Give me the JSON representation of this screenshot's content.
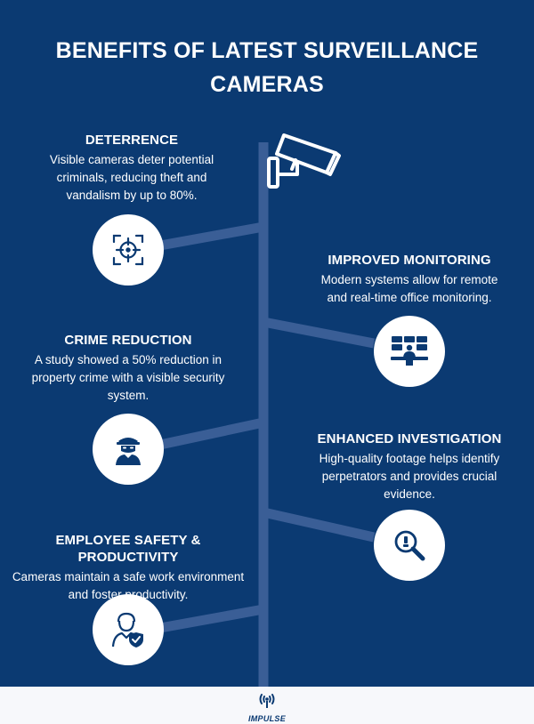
{
  "title": {
    "line1": "BENEFITS OF LATEST SURVEILLANCE",
    "line2": "CAMERAS"
  },
  "benefits": [
    {
      "heading": "DETERRENCE",
      "text": "Visible cameras deter potential criminals, reducing theft and vandalism by up to 80%.",
      "icon": "crosshair-target-icon"
    },
    {
      "heading": "IMPROVED MONITORING",
      "text": "Modern systems allow for remote and real-time office monitoring.",
      "icon": "monitoring-station-icon"
    },
    {
      "heading": "CRIME REDUCTION",
      "text": "A study showed a 50% reduction in property crime with a visible security system.",
      "icon": "burglar-icon"
    },
    {
      "heading": "ENHANCED INVESTIGATION",
      "text": "High-quality footage helps identify perpetrators and provides crucial evidence.",
      "icon": "magnifier-evidence-icon"
    },
    {
      "heading": "EMPLOYEE SAFETY & PRODUCTIVITY",
      "text": "Cameras maintain a safe work environment and foster productivity.",
      "icon": "employee-shield-icon"
    }
  ],
  "footer": {
    "brand": "IMPULSE",
    "brand_icon": "antenna-signal-icon"
  },
  "colors": {
    "background": "#0b3a72",
    "pole": "#3a5e96",
    "text": "#ffffff",
    "icon": "#0b3a72",
    "footer_bg": "#f7f8fb"
  }
}
